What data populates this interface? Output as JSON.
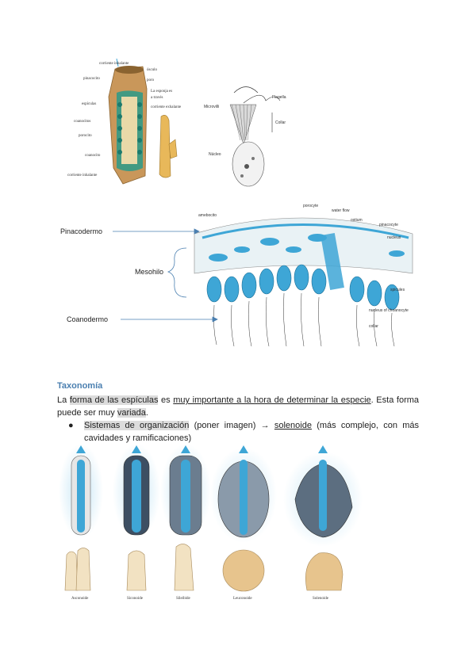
{
  "figure_top": {
    "sponge_labels": [
      "ósculo",
      "poro",
      "pinacocito",
      "espículas",
      "coanocitos",
      "porocito",
      "coanocito",
      "corriente inhalante",
      "La esponja es",
      "a través",
      "corriente exhalante"
    ],
    "choanocyte_labels": {
      "microvilli": "Microvilli",
      "flagella": "Flagella",
      "collar": "Collar",
      "nucleus": "Núcleo"
    }
  },
  "figure_middle": {
    "pinacodermo": "Pinacodermo",
    "mesohilo": "Mesohilo",
    "coanodermo": "Coanodermo",
    "small_labels": [
      "amebocito",
      "porocyte",
      "water flow",
      "ostium",
      "pinacocyte",
      "nucleus",
      "spicules",
      "nucleus of choanocyte",
      "collar"
    ]
  },
  "taxonomy": {
    "heading": "Taxonomía",
    "p1_a": "La ",
    "p1_hl": "forma de las espículas",
    "p1_b": " es ",
    "p1_ul": "muy importante a la hora de determinar la especie",
    "p1_c": ". Esta forma puede ser muy ",
    "p1_hl2": "variada",
    "p1_d": ".",
    "bullet_symbol": "●",
    "b1_hl": "Sistemas de organización",
    "b1_a": " (poner imagen) → ",
    "b1_ul": "solenoide",
    "b1_b": " (más complejo, con más cavidades y ramificaciones)"
  },
  "figure_bottom": {
    "captions": [
      "Asconoide",
      "Siconoide",
      "Sileibide",
      "Leuconoide",
      "Solenoide"
    ]
  },
  "colors": {
    "blue": "#3ea6d6",
    "light_blue": "#bfe3f4",
    "heading": "#4a7fb0",
    "tan": "#e7c48d"
  }
}
